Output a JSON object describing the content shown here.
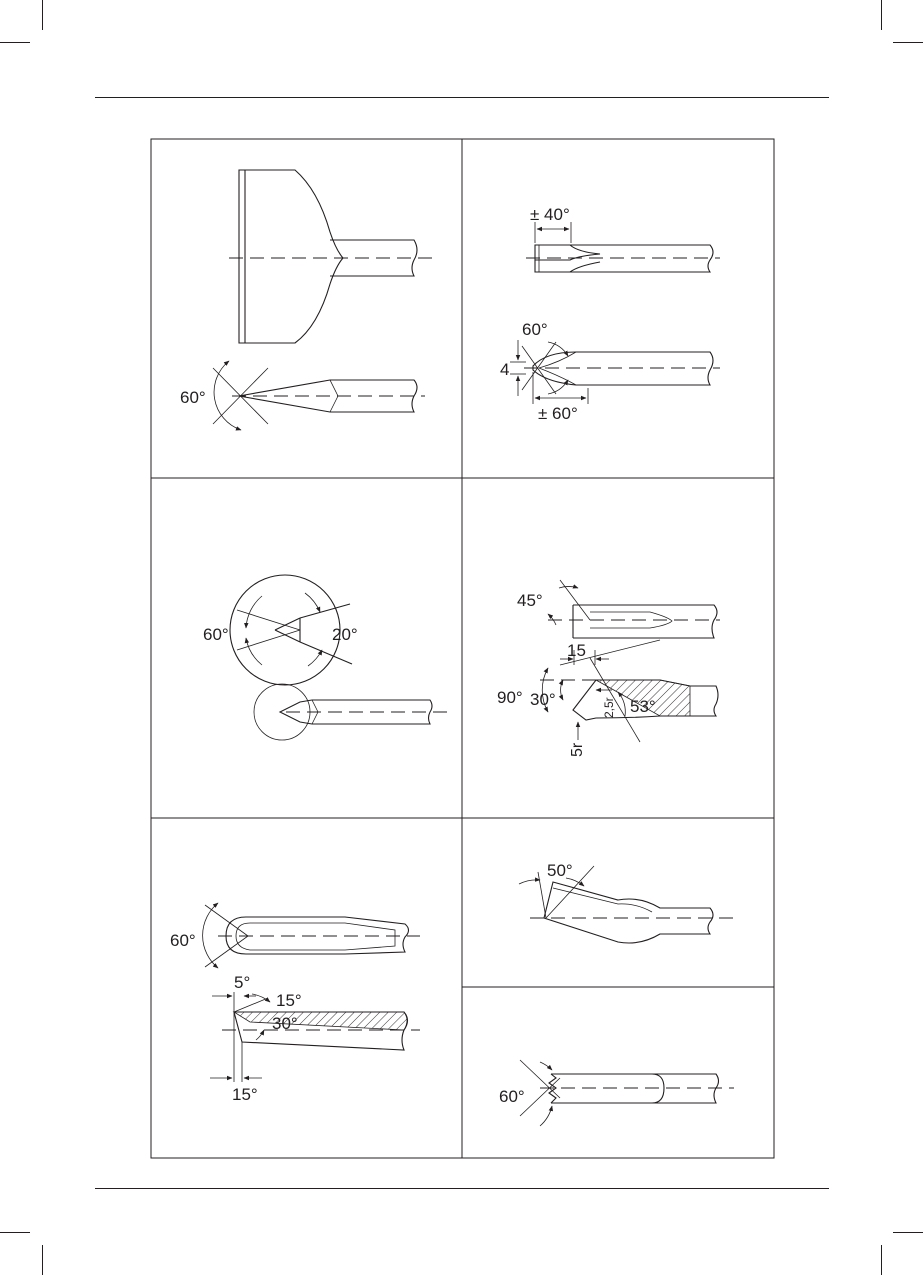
{
  "labels": {
    "p1_angle": "60°",
    "p2_top_angle": "± 40°",
    "p2_tip_angle": "60°",
    "p2_width": "4",
    "p2_bottom_angle": "± 60°",
    "p3_left_angle": "60°",
    "p3_right_angle": "20°",
    "p4_angle45": "45°",
    "p4_dim15": "15",
    "p4_angle90": "90°",
    "p4_angle30": "30°",
    "p4_radius25": "2,5r",
    "p4_angle53": "53°",
    "p4_radius5": "5r",
    "p5_angle60": "60°",
    "p5_angle5": "5°",
    "p5_angle15_top": "15°",
    "p5_angle30": "30°",
    "p5_angle15_bottom": "15°",
    "p6_angle50": "50°",
    "p7_angle60": "60°"
  },
  "colors": {
    "ink": "#231f20",
    "paper": "#ffffff"
  }
}
